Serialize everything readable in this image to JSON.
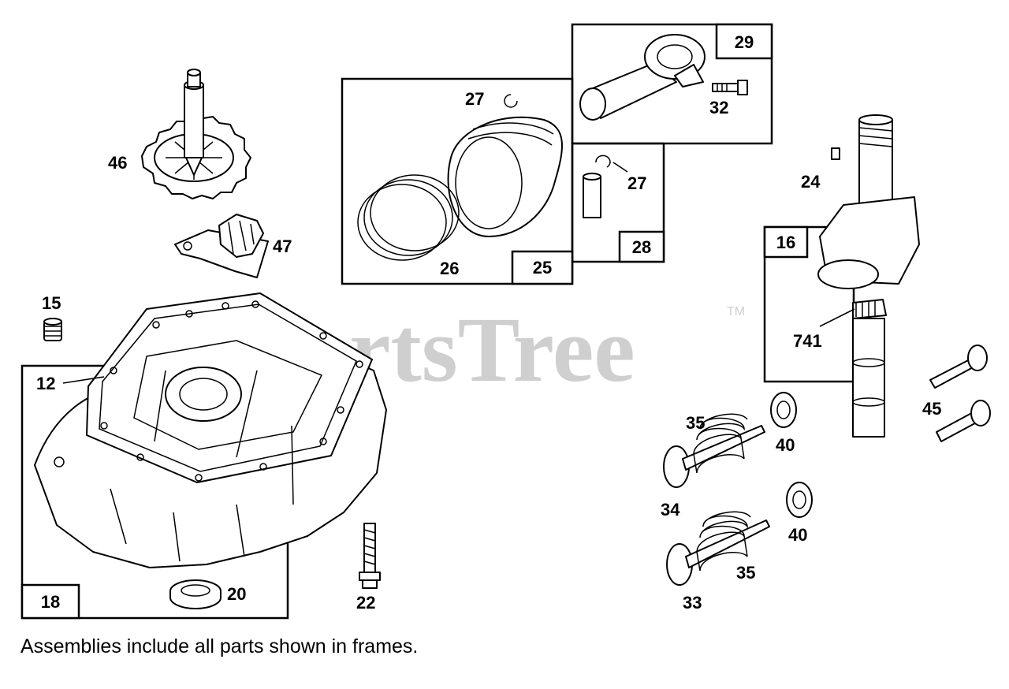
{
  "watermark": {
    "brand": "PartsTree",
    "trademark": "TM"
  },
  "caption": "Assemblies include all parts shown in frames.",
  "frame_tags": [
    "18",
    "25",
    "28",
    "29",
    "16"
  ],
  "callouts": [
    "46",
    "47",
    "15",
    "12",
    "20",
    "22",
    "27",
    "26",
    "27",
    "32",
    "24",
    "741",
    "45",
    "35",
    "40",
    "34",
    "40",
    "35",
    "33"
  ]
}
